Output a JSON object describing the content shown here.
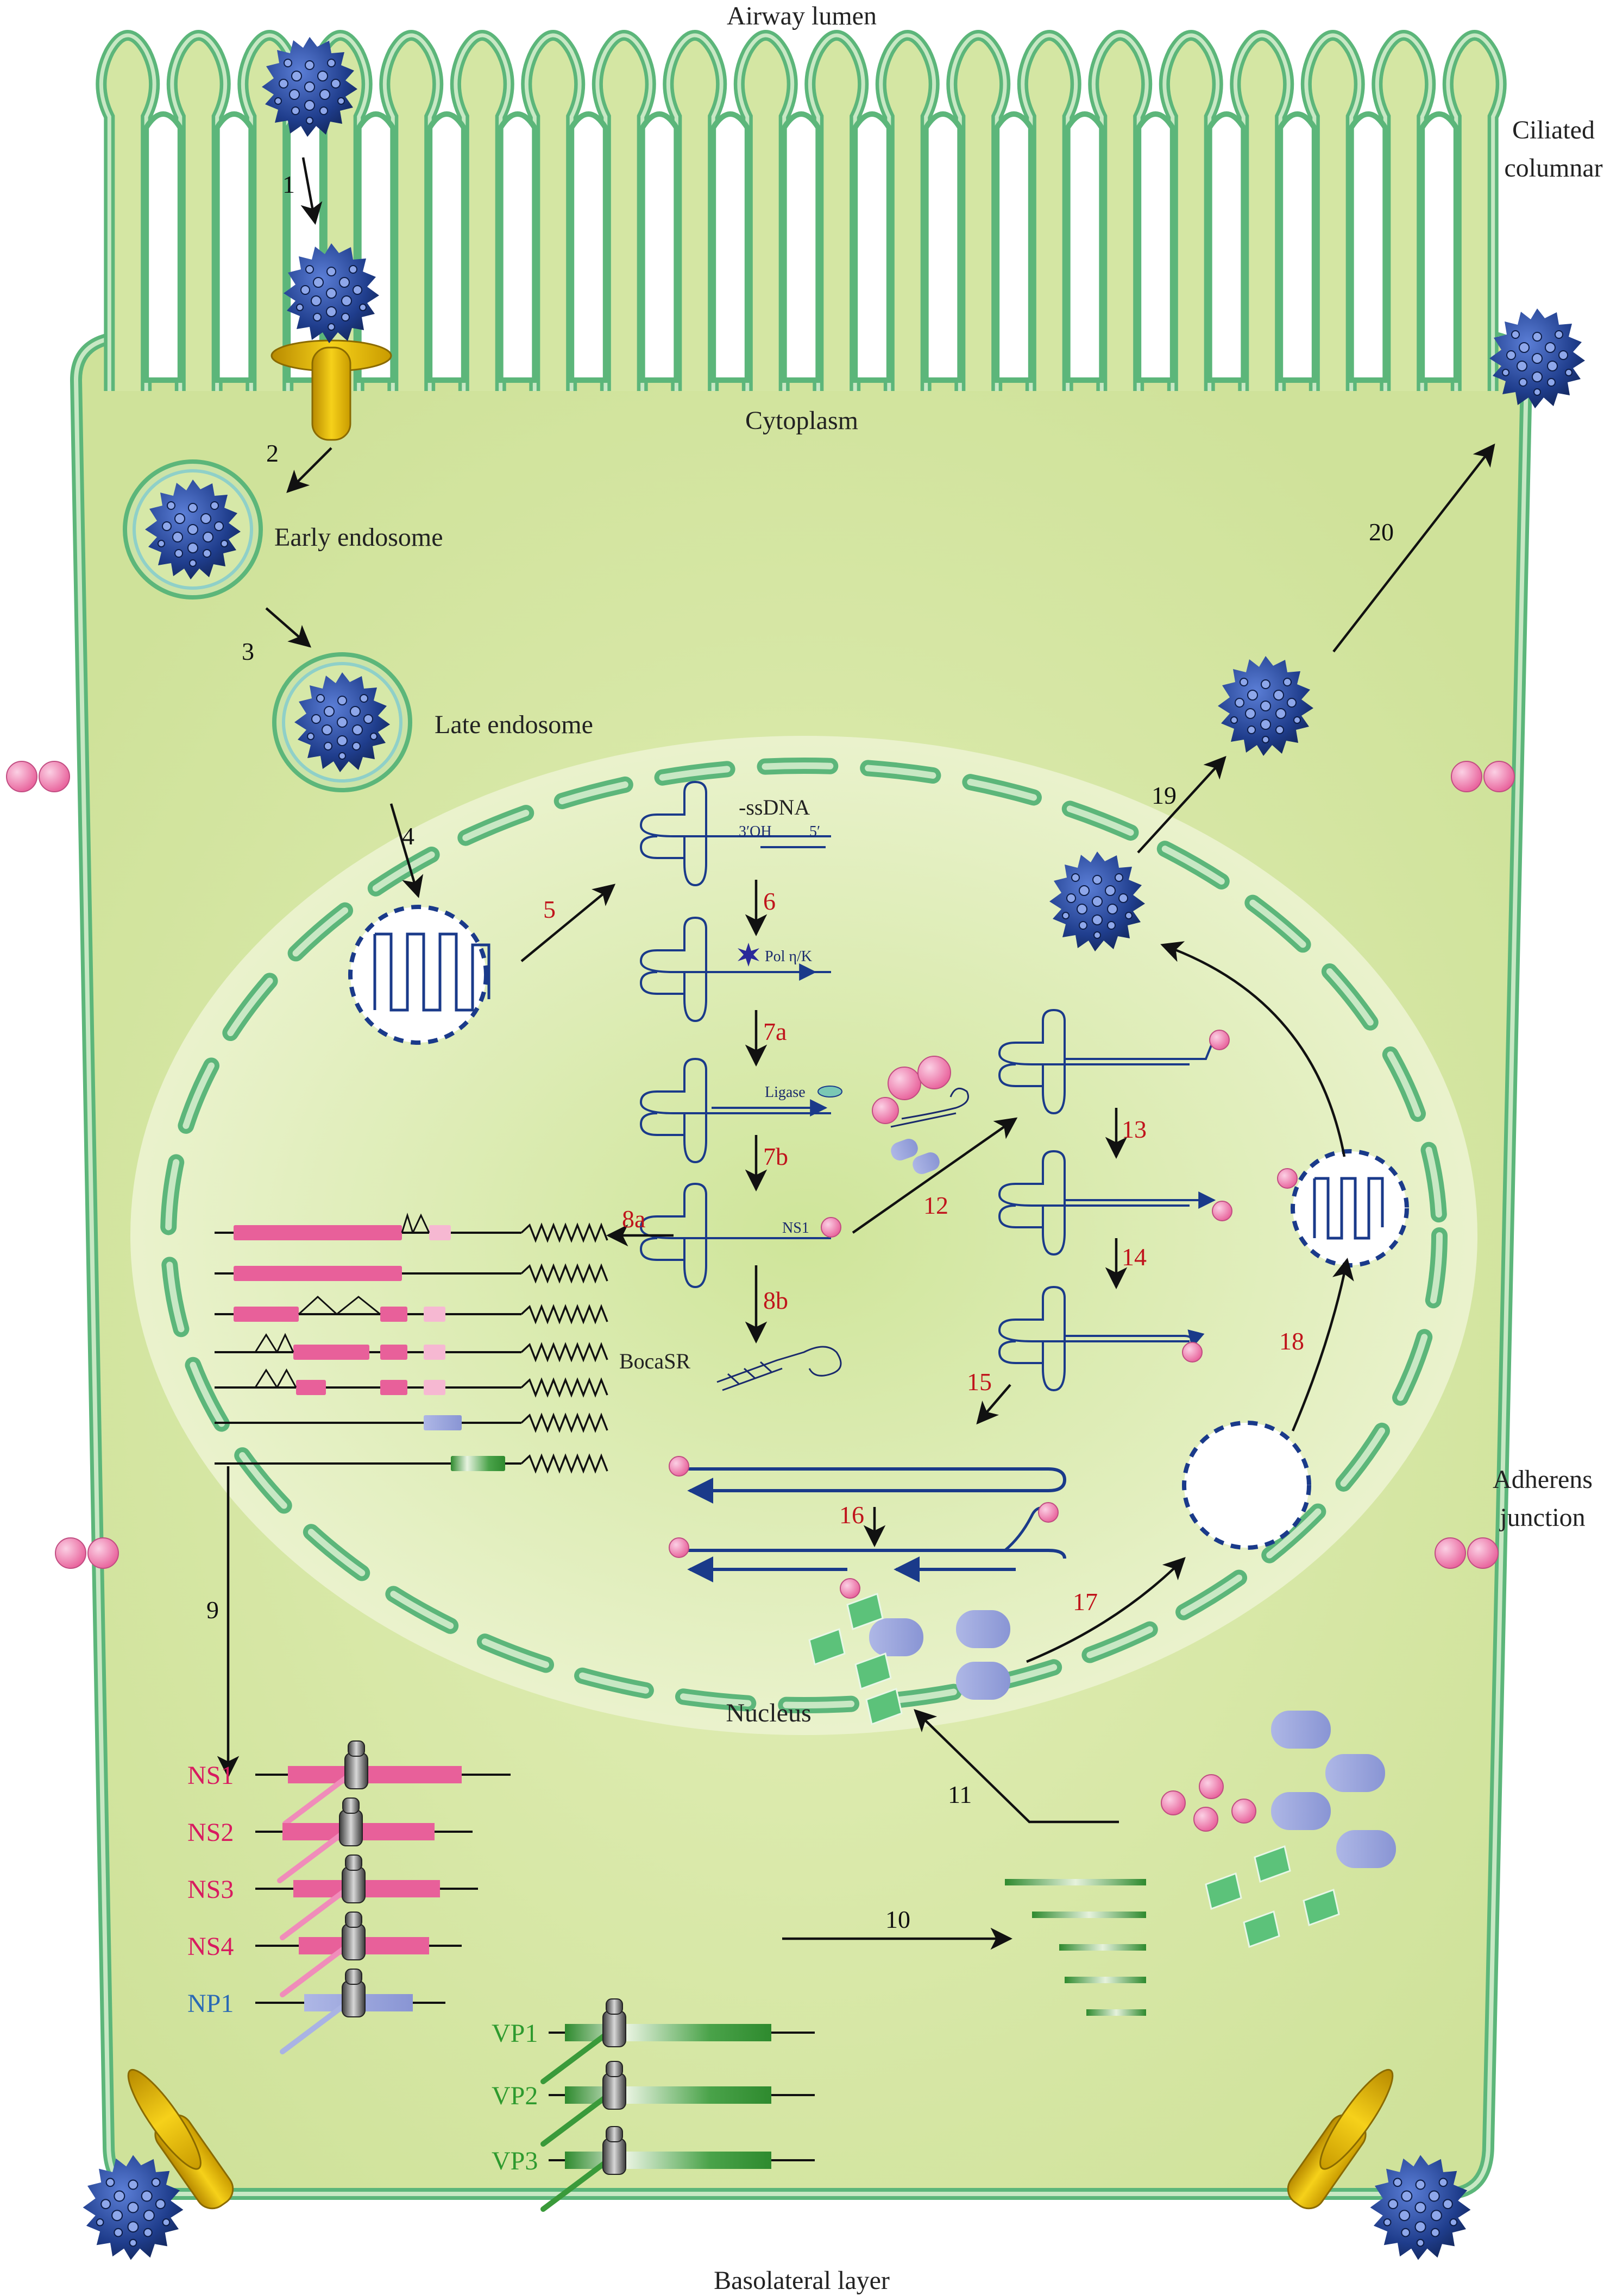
{
  "labels": {
    "airway_lumen": "Airway lumen",
    "ciliated_columnar": [
      "Ciliated",
      "columnar"
    ],
    "cytoplasm": "Cytoplasm",
    "early_endosome": "Early endosome",
    "late_endosome": "Late endosome",
    "nucleus": "Nucleus",
    "adherens_junction": [
      "Adherens",
      "junction"
    ],
    "basolateral_layer": "Basolateral layer",
    "ssdna": "-ssDNA",
    "three_oh": "3′OH",
    "five_prime": "5′",
    "pol": "Pol η/Κ",
    "ligase": "Ligase",
    "ns1_small": "NS1",
    "bocasr": "BocaSR"
  },
  "steps": {
    "s1": "1",
    "s2": "2",
    "s3": "3",
    "s4": "4",
    "s5": "5",
    "s6": "6",
    "s7a": "7a",
    "s7b": "7b",
    "s8a": "8a",
    "s8b": "8b",
    "s9": "9",
    "s10": "10",
    "s11": "11",
    "s12": "12",
    "s13": "13",
    "s14": "14",
    "s15": "15",
    "s16": "16",
    "s17": "17",
    "s18": "18",
    "s19": "19",
    "s20": "20"
  },
  "proteins": {
    "ns": [
      "NS1",
      "NS2",
      "NS3",
      "NS4"
    ],
    "np1": "NP1",
    "vp": [
      "VP1",
      "VP2",
      "VP3"
    ]
  },
  "colors": {
    "cytoplasm": "#d4e6a3",
    "membrane": "#5cb67a",
    "nucleus": "#e4efbf",
    "virus": "#1f3d8c",
    "ns_pink": "#e8609a",
    "np_blue": "#9aa6dc",
    "vp_green": "#2e9a2e",
    "step_red": "#c0141c"
  },
  "icons": {
    "virion": "virion-icon",
    "receptor": "receptor-icon",
    "junction": "junction-protein-icon",
    "ribosome": "ribosome-icon"
  }
}
